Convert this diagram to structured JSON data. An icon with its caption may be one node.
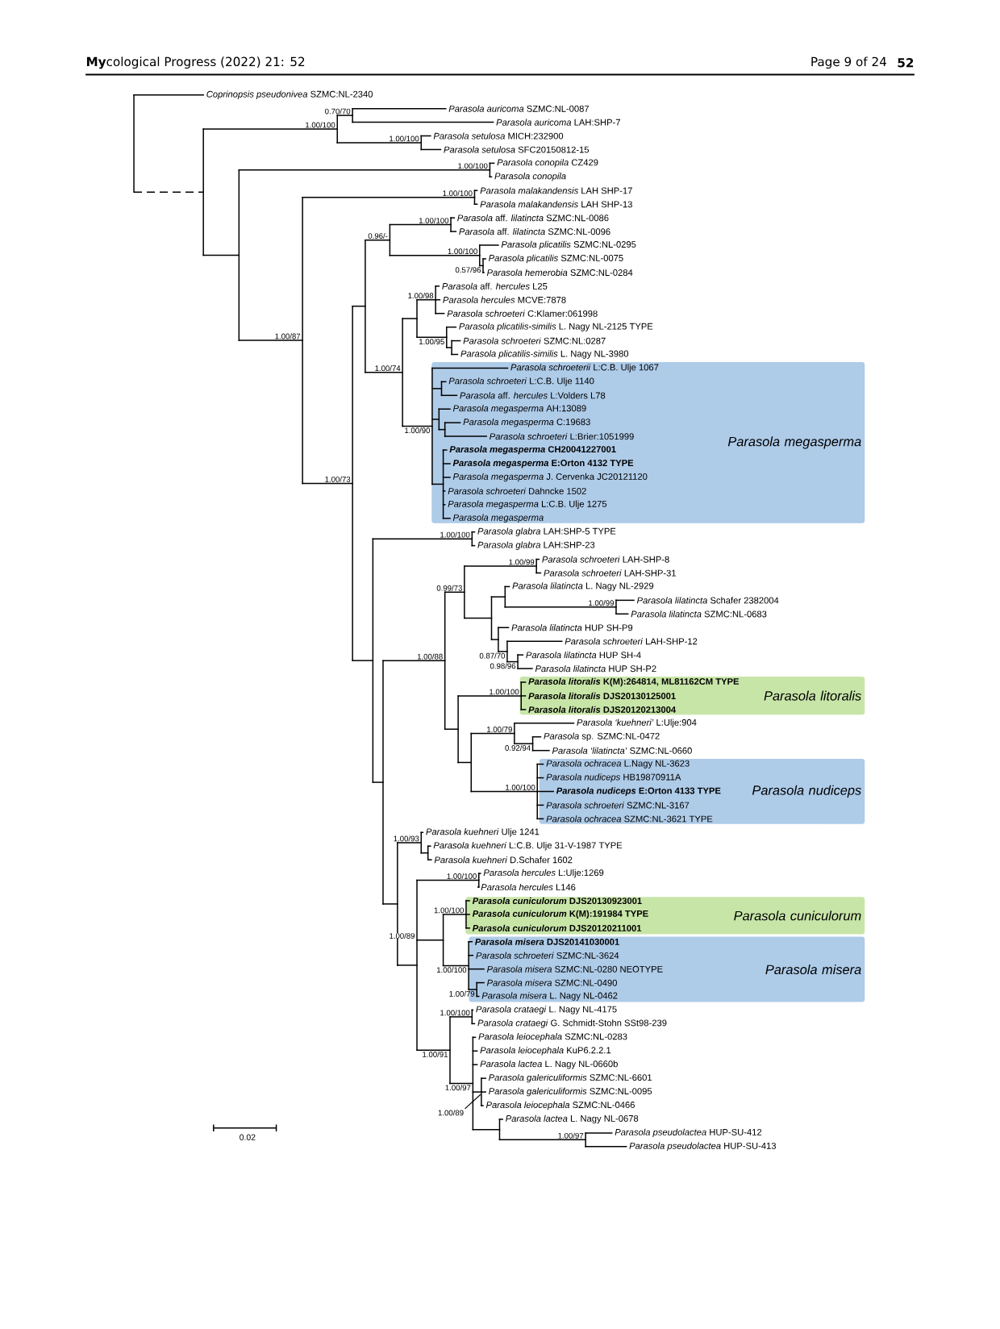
{
  "diagram": {
    "labels": [
      "**My**cological Progress (2022) 21: 52",
      "Page 9 of 24",
      "52",
      "*Coprinopsis pseudonivea* SZMC:NL-2340",
      "*Parasola auricoma* SZMC:NL-0087",
      "*Parasola auricoma* LAH:SHP-7",
      "*Parasola setulosa* MICH:232900",
      "*Parasola setulosa* SFC20150812-15",
      "*Parasola conopila* CZ429",
      "*Parasola conopila*",
      "*Parasola malakandensis* LAH SHP-17",
      "*Parasola malakandensis* LAH SHP-13",
      "*Parasola* aff. *lilatincta* SZMC:NL-0086",
      "*Parasola* aff. *lilatincta* SZMC:NL-0096",
      "*Parasola plicatilis* SZMC:NL-0295",
      "*Parasola plicatilis* SZMC:NL-0075",
      "*Parasola hemerobia* SZMC:NL-0284",
      "*Parasola* aff. *hercules* L25",
      "*Parasola hercules* MCVE:7878",
      "*Parasola schroeteri* C:Klamer:061998",
      "*Parasola plicatilis-similis* L. Nagy NL-2125 TYPE",
      "*Parasola schroeteri* SZMC:NL:0287",
      "*Parasola plicatilis-similis* L. Nagy NL-3980",
      "*Parasola schroeterii* L:C.B. Ulje 1067",
      "*Parasola schroeteri* L:C.B. Ulje 1140",
      "*Parasola* aff. *hercules* L:Volders L78",
      "*Parasola megasperma* AH:13089",
      "*Parasola megasperma* C:19683",
      "*Parasola schroeteri* L:Brier:1051999",
      "Parasola megasperma",
      "*Parasola megasperma* CH20041227001",
      "*Parasola megasperma* E:Orton 4132 TYPE",
      "*Parasola megasperma* J. Cervenka JC20121120",
      "*Parasola schroeteri* Dahncke 1502",
      "*Parasola megasperma* L:C.B. Ulje 1275",
      "*Parasola megasperma*",
      "*Parasola glabra* LAH:SHP-5 TYPE",
      "*Parasola glabra* LAH:SHP-23",
      "*Parasola schroeteri* LAH-SHP-8",
      "*Parasola schroeteri* LAH-SHP-31",
      "*Parasola lilatincta* L. Nagy NL-2929",
      "*Parasola lilatincta* Schafer 2382004",
      "*Parasola lilatincta* SZMC:NL-0683",
      "*Parasola lilatincta* HUP SH-P9",
      "*Parasola schroeteri* LAH-SHP-12",
      "*Parasola lilatincta* HUP SH-4",
      "*Parasola lilatincta* HUP SH-P2",
      "*Parasola litoralis* K(M):264814, ML81162CM TYPE",
      "*Parasola litoralis* DJS20130125001",
      "Parasola litoralis",
      "*Parasola litoralis* DJS20120213004",
      "*Parasola ‘kuehneri’* L:Ulje:904",
      "*Parasola* sp. SZMC:NL-0472",
      "*Parasola ‘lilatincta’* SZMC:NL-0660",
      "*Parasola ochracea* L.Nagy NL-3623",
      "*Parasola nudiceps* HB19870911A",
      "*Parasola nudiceps* E:Orton 4133 TYPE",
      "Parasola nudiceps",
      "*Parasola schroeteri* SZMC:NL-3167",
      "*Parasola ochracea* SZMC:NL-3621 TYPE",
      "*Parasola kuehneri* Ulje 1241",
      "*Parasola kuehneri* L:C.B. Ulje 31-V-1987 TYPE",
      "*Parasola kuehneri* D.Schafer 1602",
      "*Parasola hercules* L:Ulje:1269",
      "*Parasola hercules* L146",
      "*Parasola cuniculorum* DJS20130923001",
      "*Parasola cuniculorum* K(M):191984 TYPE",
      "Parasola cuniculorum",
      "*Parasola cuniculorum* DJS20120211001",
      "*Parasola misera* DJS20141030001",
      "*Parasola schroeteri* SZMC:NL-3624",
      "*Parasola misera* SZMC:NL-0280 NEOTYPE",
      "Parasola misera",
      "*Parasola misera* SZMC:NL-0490",
      "*Parasola misera* L. Nagy NL-0462",
      "*Parasola crataegi* L. Nagy NL-4175",
      "*Parasola crataegi* G. Schmidt-Stohn SSt98-239",
      "*Parasola leiocephala* SZMC:NL-0283",
      "*Parasola leiocephala* KuP6.2.2.1",
      "*Parasola lactea* L. Nagy NL-0660b",
      "*Parasola galericuliformis* SZMC:NL-6601",
      "*Parasola galericuliformis* SZMC:NL-0095",
      "*Parasola leiocephala* SZMC:NL-0466",
      "*Parasola lactea* L. Nagy NL-0678",
      "*Parasola pseudolactea* HUP-SU-412",
      "*Parasola pseudolactea* HUP-SU-413",
      "0.70/70",
      "1.00/100",
      "1.00/100",
      "1.00/100",
      "1.00/100",
      "1.00/100",
      "0.96/-",
      "1.00/100",
      "0.57/96",
      "1.00/98",
      "1.00/87",
      "1.00/95",
      "1.00/74",
      "1.00/90",
      "1.00/73",
      "1.00/100",
      "1.00/99",
      "0.99/73",
      "1.00/99",
      "1.00/88",
      "0.87/70",
      "0.98/96",
      "1.00/100",
      "1.00/79",
      "0.92/94",
      "1.00/100",
      "1.00/93",
      "1.00/100",
      "1.00/100",
      "1.00/89",
      "1.00/100",
      "1.00/79",
      "1.00/100",
      "1.00/91",
      "1.00/97",
      "1.00/89",
      "0.02",
      "1.00/97"
    ]
  }
}
